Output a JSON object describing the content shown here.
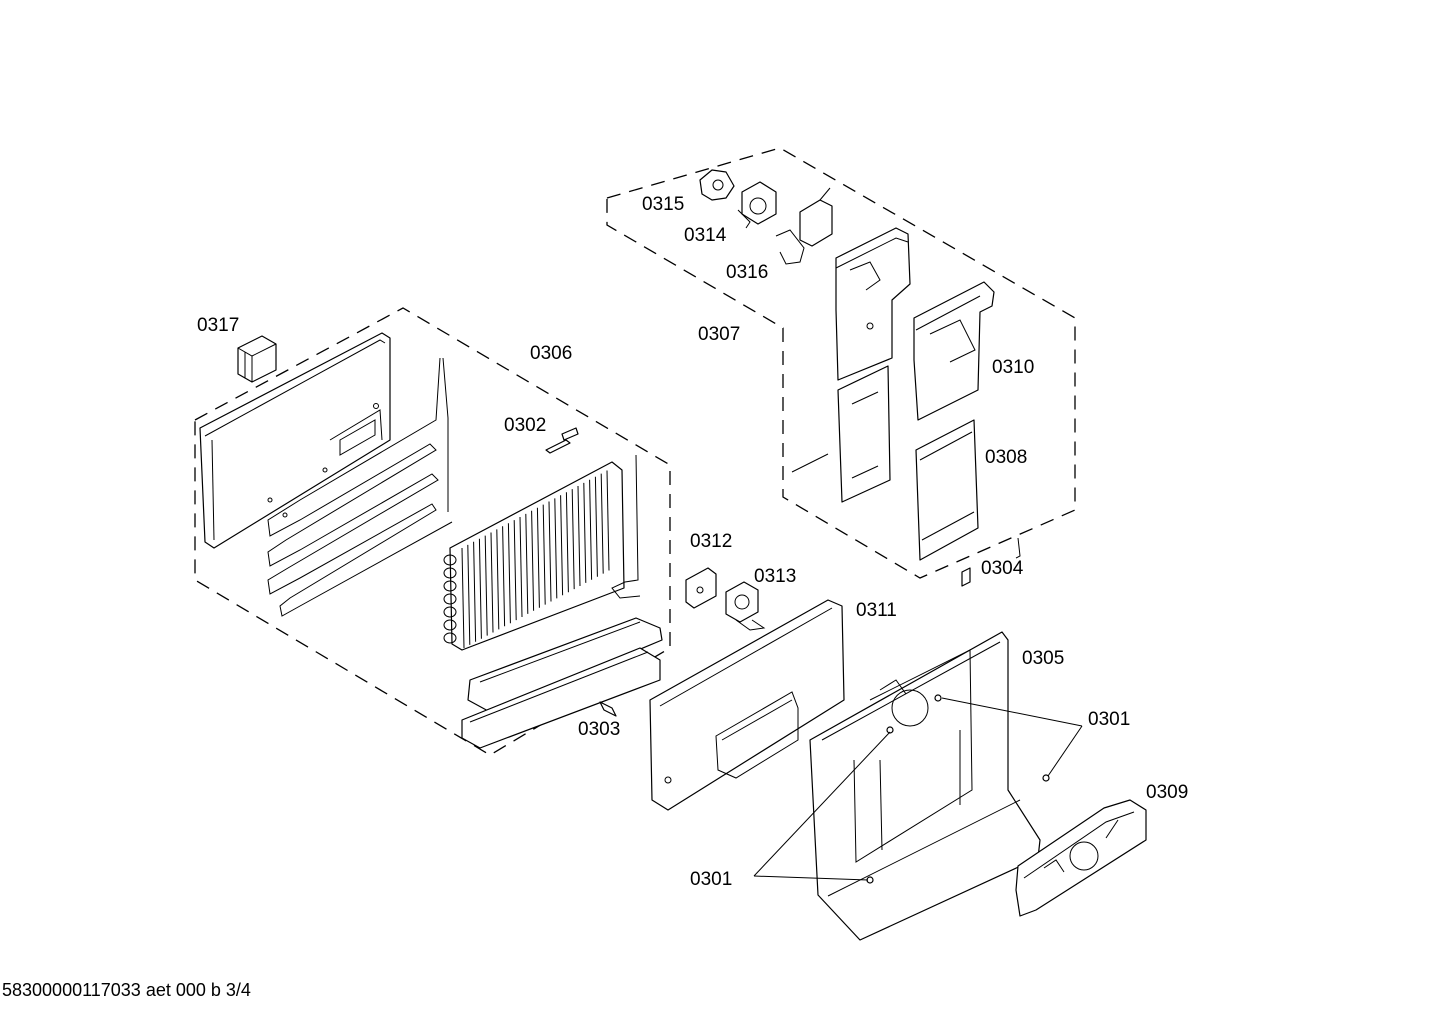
{
  "labels": {
    "p0301a": "0301",
    "p0301b": "0301",
    "p0302": "0302",
    "p0303": "0303",
    "p0304": "0304",
    "p0305": "0305",
    "p0306": "0306",
    "p0307": "0307",
    "p0308": "0308",
    "p0309": "0309",
    "p0310": "0310",
    "p0311": "0311",
    "p0312": "0312",
    "p0313": "0313",
    "p0314": "0314",
    "p0315": "0315",
    "p0316": "0316",
    "p0317": "0317"
  },
  "footer": "58300000117033 aet 000 b 3/4"
}
